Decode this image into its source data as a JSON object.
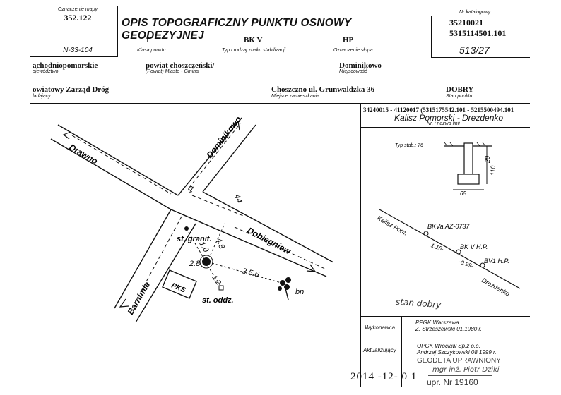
{
  "header": {
    "map_label": "Oznaczenie mapy",
    "map_number": "352.122",
    "sheet": "N-33-104",
    "title": "OPIS TOPOGRAFICZNY PUNKTU OSNOWY GEODEZYJNEJ",
    "catalog_label": "Nr katalogowy",
    "catalog_1": "35210021",
    "catalog_2": "5315114501.101",
    "catalog_3": "513/27"
  },
  "class": {
    "value": "I",
    "label": "Klasa punktu"
  },
  "stabilization": {
    "value": "BK V",
    "label": "Typ i rodzaj znaku stabilizacji"
  },
  "pillar": {
    "value": "HP",
    "label": "Oznaczenie słupa"
  },
  "voivodeship": {
    "value": "achodniopomorskie",
    "label": "ojewództwo"
  },
  "county": {
    "value": "powiat choszczeński/",
    "label": "(Powiat) Miasto - Gmina"
  },
  "locality": {
    "value": "Dominikowo",
    "label": "Miejscowość"
  },
  "owner": {
    "value": "owiatowy Zarząd Dróg",
    "label": "ładający"
  },
  "residence": {
    "value": "Choszczno ul. Grunwaldzka 36",
    "label": "Miejsce zamieszkania"
  },
  "state": {
    "value": "DOBRY",
    "label": "Stan punktu"
  },
  "line_info": {
    "numbers": "34240015 - 41120017 (5315175542.101 - 5215500494.101",
    "name": "Kalisz Pomorski - Drezdenko",
    "label": "Nr. i nazwa linii"
  },
  "sketch": {
    "typ_stab": "Typ stab.: 76",
    "dim_20": "20",
    "dim_110": "110",
    "dim_65": "65",
    "start_label": "Kalisz Pom.",
    "end_label": "Drezdenko",
    "p1": "BKVa AZ-0737",
    "p2": "BK V H.P.",
    "p3": "BV1 H.P.",
    "d1": "-1.15-",
    "d2": "-0.99-"
  },
  "map": {
    "road_drawno": "Drawno",
    "road_dominikowo": "Dominikowo",
    "road_barnimie": "Barnimie",
    "road_dobiegniew": "Dobiegniew",
    "num_44": "44",
    "num_44b": "44",
    "dist_10": "1.0",
    "dist_28": "2.8",
    "dist_12": "1.2",
    "dist_256": "2.5.6",
    "dist_48": "4.8",
    "st_granit": "st. granit.",
    "pks": "PKS",
    "st_oddz": "st. oddz.",
    "bn": "bn"
  },
  "handwritten": {
    "stan": "stan dobry"
  },
  "executor": {
    "label": "Wykonawca",
    "line1": "PPGK Warszawa",
    "line2": "Z. Strzeszewski 01.1980 r."
  },
  "updater": {
    "label": "Aktualizujący",
    "line1": "OPGK Wrocław Sp.z o.o.",
    "line2": "Andrzej Szczykowski 08.1999 r."
  },
  "stamp": {
    "line1": "GEODETA UPRAWNIONY",
    "line2": "mgr inż. Piotr Dziki",
    "line3": "upr. Nr 19160"
  },
  "date_stamp": "2014 -12- 0 1"
}
